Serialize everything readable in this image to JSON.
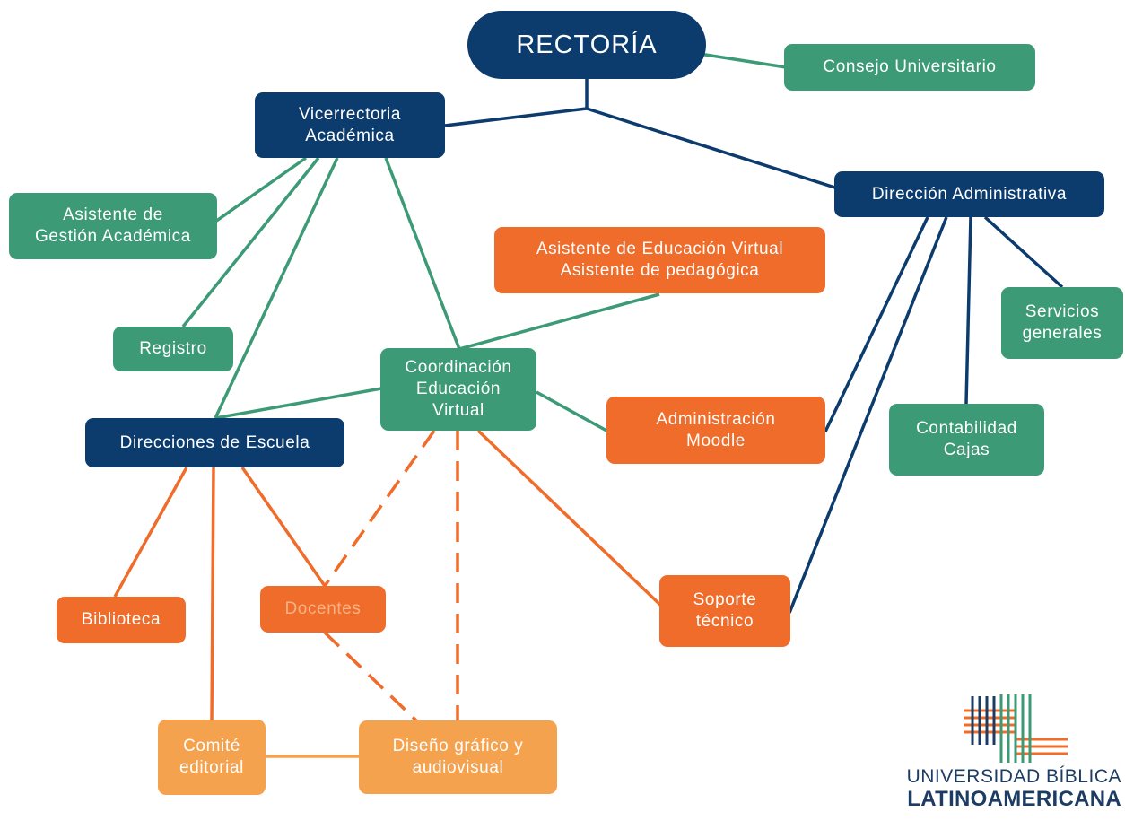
{
  "colors": {
    "navy": "#0c3c6d",
    "green": "#3d9a77",
    "orange": "#ef6c2a",
    "light": "#f5a24f",
    "logo_text": "#1d3c63"
  },
  "nodes": {
    "rectoria": {
      "lines": [
        "RECTORÍA"
      ]
    },
    "consejo": {
      "lines": [
        "Consejo Universitario"
      ]
    },
    "vicerrectoria": {
      "lines": [
        "Vicerrectoria",
        "Académica"
      ]
    },
    "direccion_admin": {
      "lines": [
        "Dirección Administrativa"
      ]
    },
    "asistente_gestion": {
      "lines": [
        "Asistente de",
        "Gestión Académica"
      ]
    },
    "asistente_virtual": {
      "lines": [
        "Asistente de Educación Virtual",
        "Asistente de pedagógica"
      ]
    },
    "servicios": {
      "lines": [
        "Servicios",
        "generales"
      ]
    },
    "registro": {
      "lines": [
        "Registro"
      ]
    },
    "coordinacion": {
      "lines": [
        "Coordinación",
        "Educación",
        "Virtual"
      ]
    },
    "direcciones_escuela": {
      "lines": [
        "Direcciones de Escuela"
      ]
    },
    "admin_moodle": {
      "lines": [
        "Administración",
        "Moodle"
      ]
    },
    "contabilidad": {
      "lines": [
        "Contabilidad",
        "Cajas"
      ]
    },
    "biblioteca": {
      "lines": [
        "Biblioteca"
      ]
    },
    "docentes": {
      "lines": [
        "Docentes"
      ]
    },
    "soporte": {
      "lines": [
        "Soporte",
        "técnico"
      ]
    },
    "comite": {
      "lines": [
        "Comité",
        "editorial"
      ]
    },
    "diseno": {
      "lines": [
        "Diseño gráfico y",
        "audiovisual"
      ]
    }
  },
  "edges": [
    {
      "from": "rectoria",
      "to": "consejo",
      "style": "solid",
      "color": "green"
    },
    {
      "from": "rectoria",
      "to": "junction",
      "style": "solid",
      "color": "navy"
    },
    {
      "from": "junction",
      "to": "vicerrectoria",
      "style": "solid",
      "color": "navy"
    },
    {
      "from": "junction",
      "to": "direccion_admin",
      "style": "solid",
      "color": "navy"
    },
    {
      "from": "vicerrectoria",
      "to": "asistente_gestion",
      "style": "solid",
      "color": "green"
    },
    {
      "from": "vicerrectoria",
      "to": "registro",
      "style": "solid",
      "color": "green"
    },
    {
      "from": "vicerrectoria",
      "to": "direcciones_escuela",
      "style": "solid",
      "color": "green"
    },
    {
      "from": "vicerrectoria",
      "to": "coordinacion",
      "style": "solid",
      "color": "green"
    },
    {
      "from": "coordinacion",
      "to": "asistente_virtual",
      "style": "solid",
      "color": "green"
    },
    {
      "from": "coordinacion",
      "to": "direcciones_escuela",
      "style": "solid",
      "color": "green"
    },
    {
      "from": "coordinacion",
      "to": "admin_moodle",
      "style": "solid",
      "color": "green"
    },
    {
      "from": "coordinacion",
      "to": "docentes",
      "style": "dashed",
      "color": "orange"
    },
    {
      "from": "coordinacion",
      "to": "diseno",
      "style": "dashed",
      "color": "orange"
    },
    {
      "from": "coordinacion",
      "to": "soporte",
      "style": "solid",
      "color": "orange"
    },
    {
      "from": "direccion_admin",
      "to": "servicios",
      "style": "solid",
      "color": "navy"
    },
    {
      "from": "direccion_admin",
      "to": "contabilidad",
      "style": "solid",
      "color": "navy"
    },
    {
      "from": "direccion_admin",
      "to": "admin_moodle",
      "style": "solid",
      "color": "navy"
    },
    {
      "from": "direccion_admin",
      "to": "soporte",
      "style": "solid",
      "color": "navy"
    },
    {
      "from": "direcciones_escuela",
      "to": "biblioteca",
      "style": "solid",
      "color": "orange"
    },
    {
      "from": "direcciones_escuela",
      "to": "comite",
      "style": "solid",
      "color": "orange"
    },
    {
      "from": "direcciones_escuela",
      "to": "docentes",
      "style": "solid",
      "color": "orange"
    },
    {
      "from": "docentes",
      "to": "diseno",
      "style": "dashed",
      "color": "orange"
    },
    {
      "from": "comite",
      "to": "diseno",
      "style": "solid",
      "color": "light"
    }
  ],
  "logo": {
    "line1": "UNIVERSIDAD BÍBLICA",
    "line2": "LATINOAMERICANA"
  }
}
